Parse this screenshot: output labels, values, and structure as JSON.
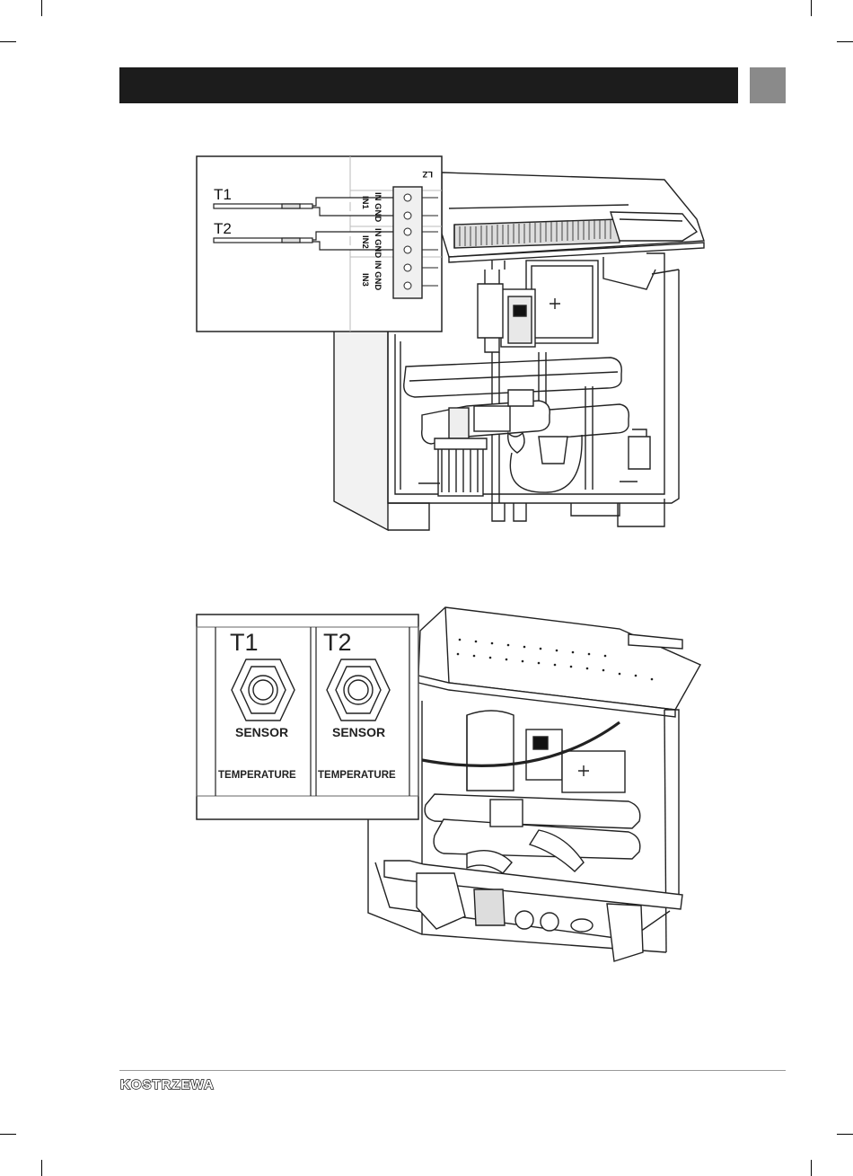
{
  "header": {
    "title": "",
    "tab_label": ""
  },
  "figure1": {
    "sensor_labels": [
      "T1",
      "T2"
    ],
    "terminal_block": {
      "marker": "LZ",
      "inputs": [
        {
          "label": "IN1",
          "pins": "IN GND"
        },
        {
          "label": "IN2",
          "pins": "IN GND"
        },
        {
          "label": "IN3",
          "pins": "IN GND"
        }
      ]
    }
  },
  "figure2": {
    "ports": [
      {
        "label": "T1",
        "line1": "SENSOR",
        "line2": "TEMPERATURE"
      },
      {
        "label": "T2",
        "line1": "SENSOR",
        "line2": "TEMPERATURE"
      }
    ]
  },
  "footer": {
    "brand": "KOSTRZEWA"
  }
}
